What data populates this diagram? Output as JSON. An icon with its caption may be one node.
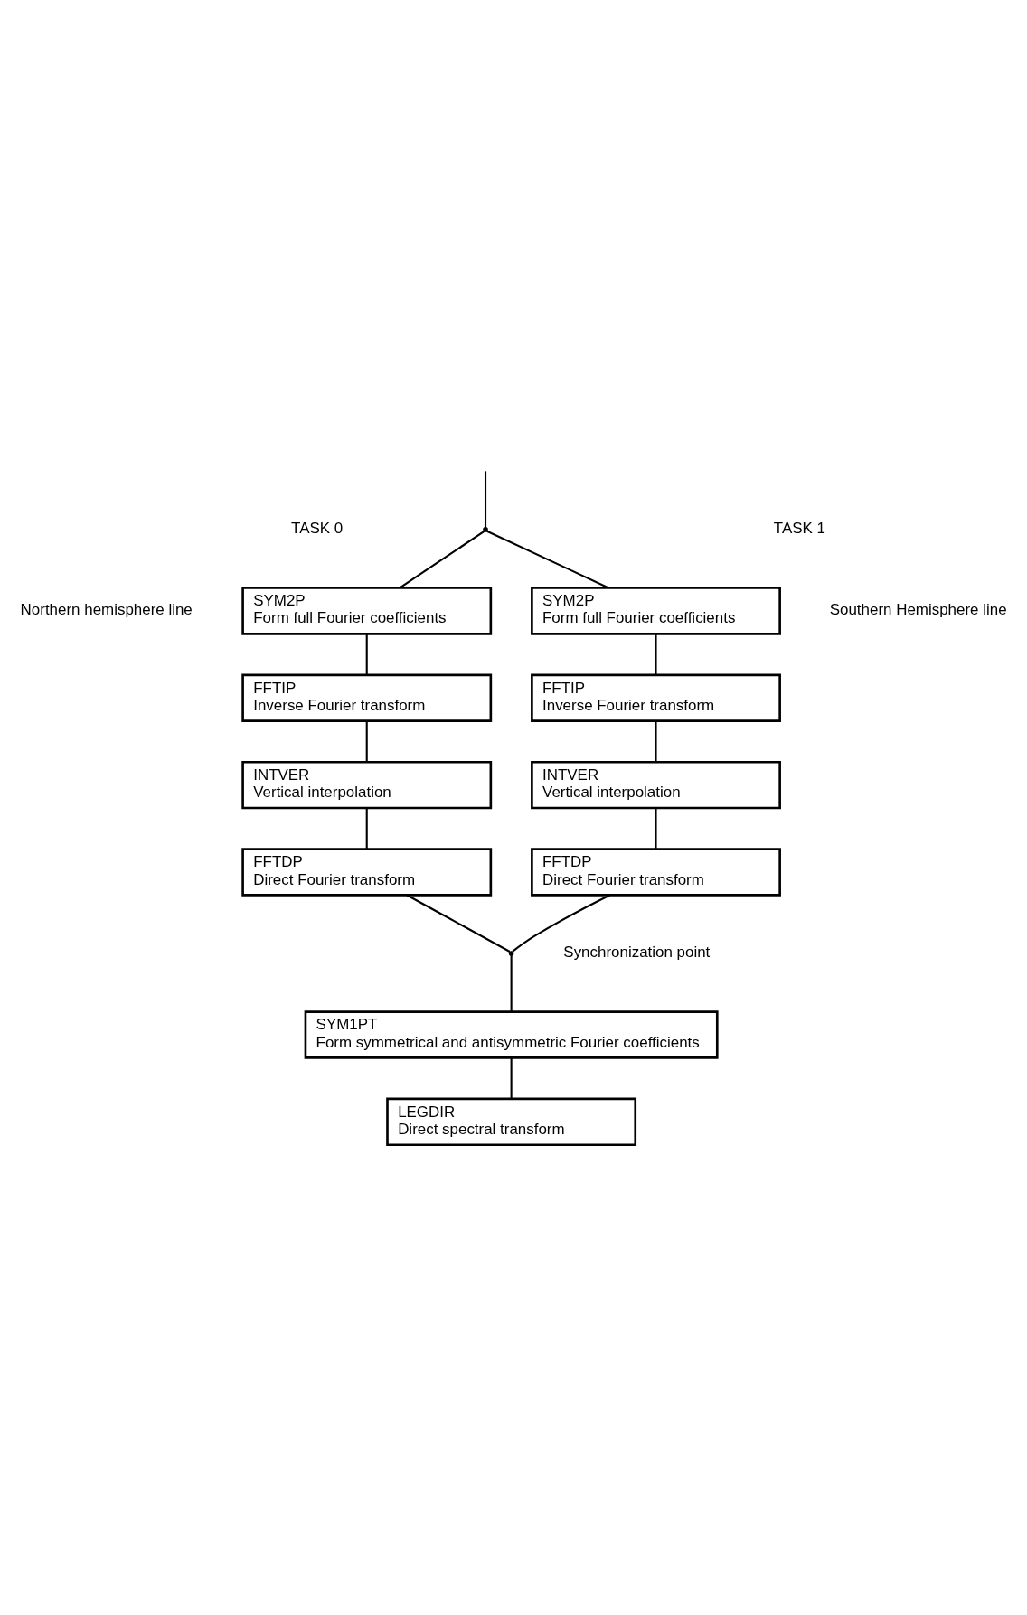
{
  "diagram": {
    "nodes": [
      {
        "text": [],
        "shape": "point"
      },
      {
        "text": [
          "SYM2P",
          "Form full Fourier coefficients"
        ]
      },
      {
        "text": [
          "FFTIP",
          "Inverse Fourier transform"
        ]
      },
      {
        "text": [
          "INTVER",
          "Vertical interpolation"
        ]
      },
      {
        "text": [
          "FFTDP",
          "Direct Fourier transform"
        ]
      },
      {
        "text": [
          "SYM2P",
          "Form full Fourier coefficients"
        ]
      },
      {
        "text": [
          "FFTIP",
          "Inverse Fourier transform"
        ]
      },
      {
        "text": [
          "INTVER",
          "Vertical interpolation"
        ]
      },
      {
        "text": [
          "FFTDP",
          "Direct Fourier transform"
        ]
      },
      {
        "text": [],
        "shape": "point",
        "beside": [
          "Synchronization point"
        ]
      },
      {
        "text": [
          "SYM1PT",
          "Form symmetrical and antisymmetric Fourier coefficients"
        ]
      },
      {
        "text": [
          "LEGDIR",
          "Direct spectral transform"
        ]
      }
    ],
    "edges": [
      {
        "from": null,
        "to": 0,
        "arrow": "none"
      },
      {
        "from": 0,
        "to": 1,
        "arrow": "none"
      },
      {
        "from": 0,
        "to": 5,
        "arrow": "none"
      },
      {
        "from": 1,
        "to": 2,
        "arrow": "none"
      },
      {
        "from": 2,
        "to": 3,
        "arrow": "none"
      },
      {
        "from": 3,
        "to": 4,
        "arrow": "none"
      },
      {
        "from": 5,
        "to": 6,
        "arrow": "none"
      },
      {
        "from": 6,
        "to": 7,
        "arrow": "none"
      },
      {
        "from": 7,
        "to": 8,
        "arrow": "none"
      },
      {
        "from": 4,
        "to": 9,
        "arrow": "none"
      },
      {
        "from": 8,
        "to": 9,
        "arrow": "none"
      },
      {
        "from": 9,
        "to": 10,
        "arrow": "none"
      },
      {
        "from": 10,
        "to": 11,
        "arrow": "none"
      }
    ],
    "labels": [
      "TASK 0",
      "Northern hemisphere line",
      "TASK 1",
      "Southern Hemisphere line"
    ]
  }
}
